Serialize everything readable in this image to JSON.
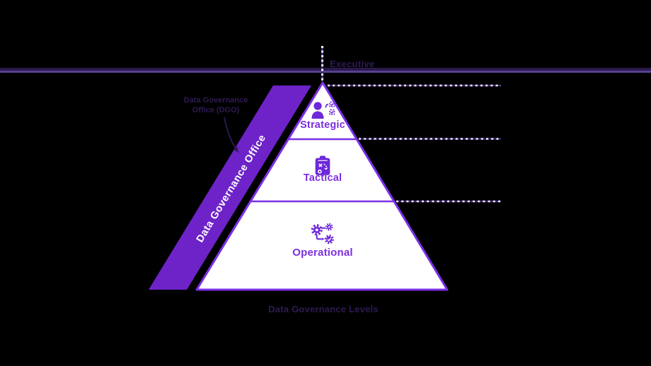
{
  "header": {
    "executive_label": "Executive"
  },
  "annotation": {
    "line1": "Data Governance",
    "line2": "Office (DGO)"
  },
  "banner": {
    "label": "Data Governance Office",
    "color": "#6e23c8"
  },
  "pyramid": {
    "fill_color": "#ffffff",
    "outline_color": "#7c2fe8",
    "levels": [
      {
        "label": "Strategic",
        "icon": "person-checklist-icon"
      },
      {
        "label": "Tactical",
        "icon": "clipboard-tactics-icon"
      },
      {
        "label": "Operational",
        "icon": "gears-workflow-icon"
      }
    ]
  },
  "caption": {
    "text": "Data Governance Levels"
  },
  "colors": {
    "background": "#000000",
    "accent_purple": "#7c2fe0",
    "icon_purple": "#6d28d9",
    "dark_text_purple": "#2e1b55",
    "band_dark": "#2b1a4d",
    "band_light_edge": "#5a4190",
    "dotted_base": "#3f2a6e",
    "dotted_dash": "#f4eefc"
  }
}
